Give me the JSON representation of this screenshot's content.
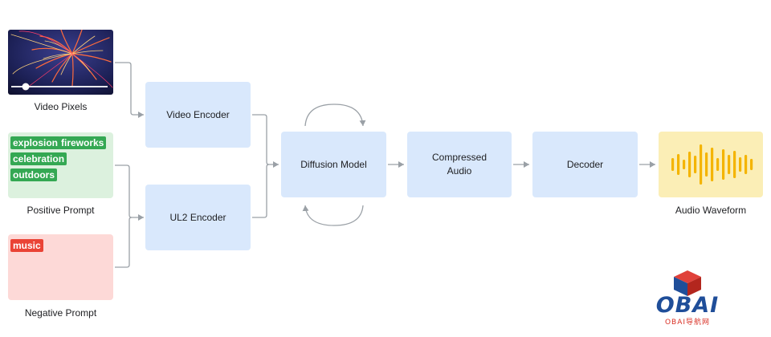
{
  "inputs": {
    "video_caption": "Video Pixels",
    "positive_caption": "Positive Prompt",
    "negative_caption": "Negative Prompt",
    "positive_tags": [
      "explosion",
      "fireworks",
      "celebration",
      "outdoors"
    ],
    "negative_tags": [
      "music"
    ]
  },
  "blocks": {
    "video_encoder": "Video Encoder",
    "ul2_encoder": "UL2 Encoder",
    "diffusion_model": "Diffusion Model",
    "compressed_audio_1": "Compressed",
    "compressed_audio_2": "Audio",
    "decoder": "Decoder"
  },
  "output": {
    "caption": "Audio Waveform"
  },
  "colors": {
    "block_fill": "#d9e8fc",
    "positive_fill": "#dcf1de",
    "negative_fill": "#fdd9d7",
    "waveform_fill": "#fbeeb6",
    "waveform_bars": "#f4b400",
    "tag_green": "#34a853",
    "tag_red": "#ea4335",
    "connector": "#9aa0a6",
    "logo_blue": "#1f4e99",
    "logo_red": "#d93025"
  },
  "watermark": {
    "logo_text": "OBAI",
    "logo_subtext": "OBAI导航网"
  }
}
